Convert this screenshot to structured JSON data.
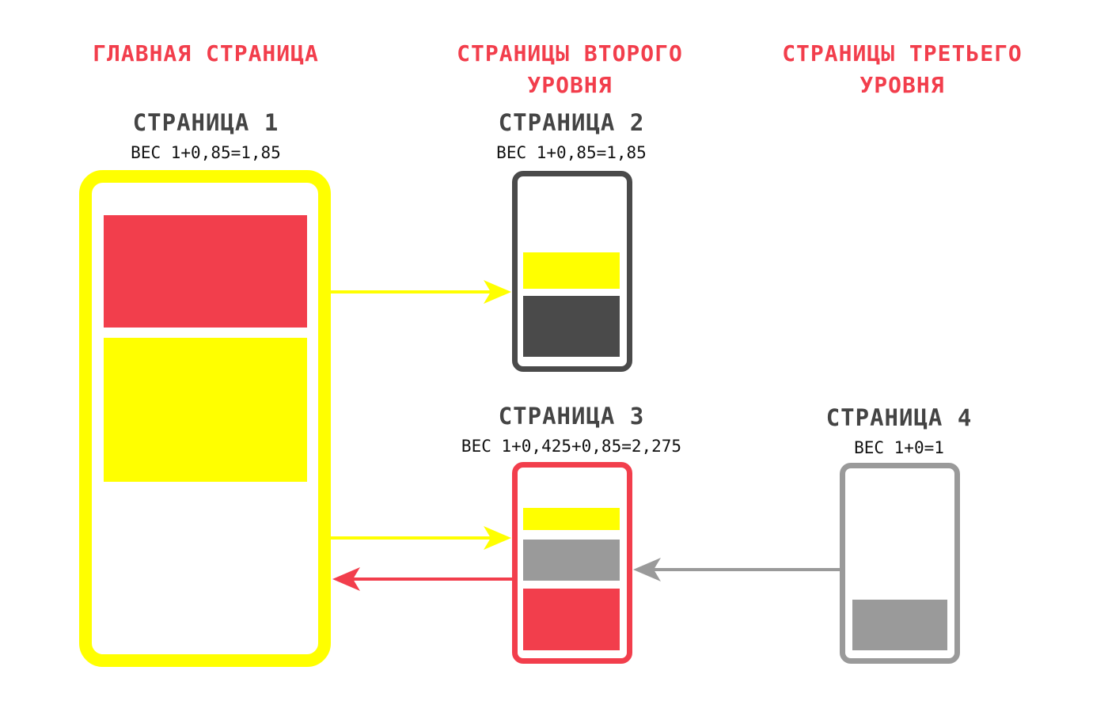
{
  "columns": {
    "main": "ГЛАВНАЯ СТРАНИЦА",
    "second_line1": "СТРАНИЦЫ ВТОРОГО",
    "second_line2": "УРОВНЯ",
    "third_line1": "СТРАНИЦЫ ТРЕТЬЕГО",
    "third_line2": "УРОВНЯ"
  },
  "pages": {
    "p1": {
      "title": "СТРАНИЦА 1",
      "weight": "ВЕС 1+0,85=1,85"
    },
    "p2": {
      "title": "СТРАНИЦА 2",
      "weight": "ВЕС 1+0,85=1,85"
    },
    "p3": {
      "title": "СТРАНИЦА 3",
      "weight": "ВЕС 1+0,425+0,85=2,275"
    },
    "p4": {
      "title": "СТРАНИЦА 4",
      "weight": "ВЕС 1+0=1"
    }
  },
  "colors": {
    "red": "#f23e4c",
    "yellow": "#ffff00",
    "dark_gray": "#4a4a4a",
    "gray": "#9a9a9a"
  }
}
